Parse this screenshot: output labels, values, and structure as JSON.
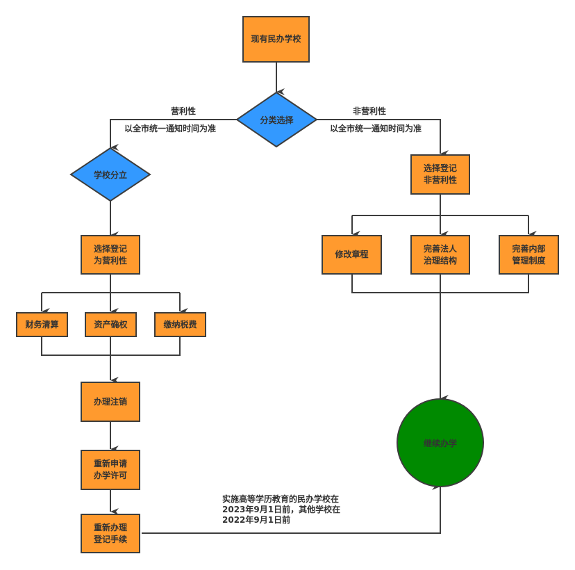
{
  "diagram": {
    "colors": {
      "process": "#ff9a2e",
      "decision": "#3399ff",
      "terminal": "#008a00",
      "stroke": "#3d3d3d"
    },
    "nodes": {
      "start": "现有民办学校",
      "classify": "分类选择",
      "split": "学校分立",
      "register_profit": "选择登记\n为营利性",
      "finance_clear": "财务清算",
      "asset_confirm": "资产确权",
      "pay_tax": "缴纳税费",
      "cancel": "办理注销",
      "reapply": "重新申请\n办学许可",
      "reregister": "重新办理\n登记手续",
      "register_nonprofit": "选择登记\n非营利性",
      "amend_charter": "修改章程",
      "governance": "完善法人\n治理结构",
      "internal_mgmt": "完善内部\n管理制度",
      "continue": "继续办学"
    },
    "edge_labels": {
      "profit": "营利性",
      "profit_note": "以全市统一通知时间为准",
      "nonprofit": "非营利性",
      "nonprofit_note": "以全市统一通知时间为准",
      "deadline_note": "实施高等学历教育的民办学校在2023年9月1日前，其他学校在2022年9月1日前"
    }
  }
}
